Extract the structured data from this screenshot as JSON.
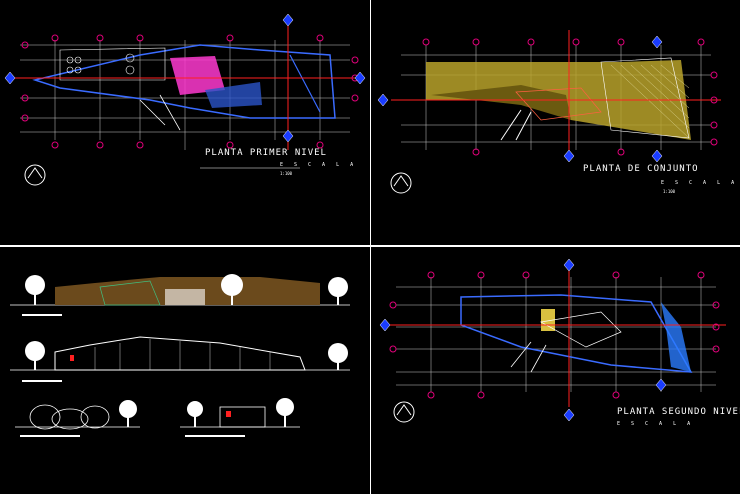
{
  "sheets": {
    "primer_nivel": {
      "title": "PLANTA PRIMER NIVEL",
      "scale_word": "E S C A L A",
      "scale_value": "1:100"
    },
    "conjunto": {
      "title": "PLANTA DE CONJUNTO",
      "scale_word": "E S C A L A",
      "scale_value": "1:100"
    },
    "segundo_nivel": {
      "title": "PLANTA SEGUNDO NIVEL",
      "scale_word": "E S C A L A"
    }
  },
  "colors": {
    "background": "#000000",
    "frame": "#ffffff",
    "grid_marker": "#e0007a",
    "north_marker": "#1a3cff",
    "axis_line": "#ff2020",
    "building_outline": "#3a6bff",
    "terrain_fill": "#b8a22a",
    "elevation_fill": "#6b4a1c"
  },
  "icons": [
    "north-arrow-icon",
    "grid-marker-icon",
    "tree-icon"
  ]
}
